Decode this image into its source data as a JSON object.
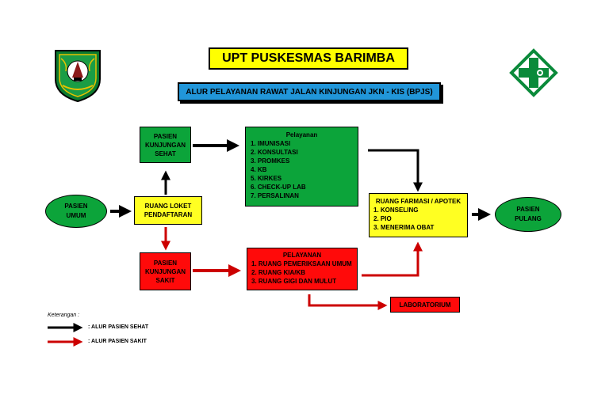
{
  "title": "UPT PUSKESMAS BARIMBA",
  "subtitle": "ALUR PELAYANAN RAWAT JALAN KINJUNGAN JKN - KIS (BPJS)",
  "logos": {
    "left": "regional-emblem",
    "right": "health-cross-logo"
  },
  "nodes": {
    "pasien_umum": [
      "PASIEN",
      "UMUM"
    ],
    "ruang_loket": [
      "RUANG LOKET",
      "PENDAFTARAN"
    ],
    "pasien_sehat": [
      "PASIEN",
      "KUNJUNGAN",
      "SEHAT"
    ],
    "pasien_sakit": [
      "PASIEN",
      "KUNJUNGAN",
      "SAKIT"
    ],
    "pelayanan_sehat": {
      "title": "Pelayanan",
      "items": [
        "1.  IMUNISASI",
        "2.  KONSULTASI",
        "3.  PROMKES",
        "4.  KB",
        "5.  KIRKES",
        "6.  CHECK-UP LAB",
        "7.  PERSALINAN"
      ]
    },
    "pelayanan_sakit": {
      "title": "PELAYANAN",
      "items": [
        "1.  RUANG PEMERIKSAAN UMUM",
        "2.  RUANG KIA/KB",
        "3.  RUANG GIGI DAN MULUT"
      ]
    },
    "farmasi": {
      "title": "RUANG FARMASI / APOTEK",
      "items": [
        "1.  KONSELING",
        "2.  PIO",
        "3.  MENERIMA OBAT"
      ]
    },
    "pasien_pulang": [
      "PASIEN",
      "PULANG"
    ],
    "laboratorium": "LABORATORIUM"
  },
  "legend": {
    "caption": "Keterangan :",
    "healthy": ": ALUR PASIEN SEHAT",
    "sick": ": ALUR PASIEN SAKIT"
  },
  "colors": {
    "green": "#0ca43a",
    "yellow": "#ffff22",
    "red": "#ff0a0a",
    "blue": "#2196d9",
    "healthy_arrow": "#000000",
    "sick_arrow": "#cc0000"
  }
}
